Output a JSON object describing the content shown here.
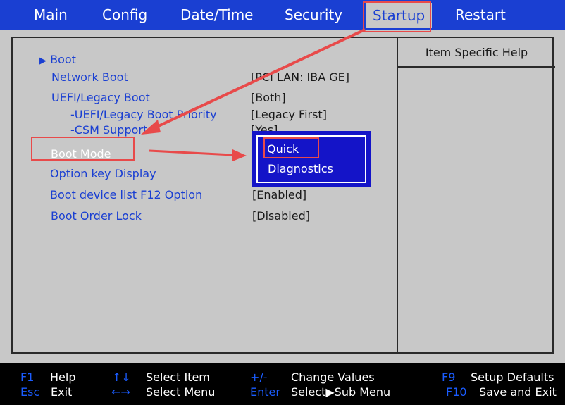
{
  "menu": {
    "tabs": [
      {
        "label": "Main"
      },
      {
        "label": "Config"
      },
      {
        "label": "Date/Time"
      },
      {
        "label": "Security"
      },
      {
        "label": "Startup"
      },
      {
        "label": "Restart"
      }
    ],
    "active_tab": "Startup"
  },
  "help": {
    "title": "Item Specific Help"
  },
  "settings": {
    "boot_label": "Boot",
    "network_boot": {
      "label": "Network Boot",
      "value": "[PCI LAN: IBA GE]"
    },
    "uefi_legacy_boot": {
      "label": "UEFI/Legacy Boot",
      "value": "[Both]"
    },
    "uefi_legacy_priority": {
      "label": "-UEFI/Legacy Boot Priority",
      "value": "[Legacy First]"
    },
    "csm_support": {
      "label": "-CSM Support",
      "value": "[Yes]"
    },
    "boot_mode": {
      "label": "Boot Mode"
    },
    "option_key_display": {
      "label": "Option key Display"
    },
    "boot_device_list": {
      "label": "Boot device list F12 Option",
      "value": "[Enabled]"
    },
    "boot_order_lock": {
      "label": "Boot Order Lock",
      "value": "[Disabled]"
    }
  },
  "popup": {
    "options": [
      "Quick",
      "Diagnostics"
    ],
    "selected": "Quick"
  },
  "footer": {
    "f1_key": "F1",
    "f1_desc": "Help",
    "esc_key": "Esc",
    "esc_desc": "Exit",
    "updown_key": "↑↓",
    "updown_desc": "Select Item",
    "leftright_key": "←→",
    "leftright_desc": "Select Menu",
    "plusminus_key": "+/-",
    "plusminus_desc": "Change Values",
    "enter_key": "Enter",
    "enter_desc": "Select▶Sub Menu",
    "f9_key": "F9",
    "f9_desc": "Setup Defaults",
    "f10_key": "F10",
    "f10_desc": "Save and Exit"
  },
  "colors": {
    "accent": "#1a3fd2",
    "annotation": "#e84a4a",
    "popup_bg": "#1414c8",
    "background": "#c8c8c8"
  }
}
